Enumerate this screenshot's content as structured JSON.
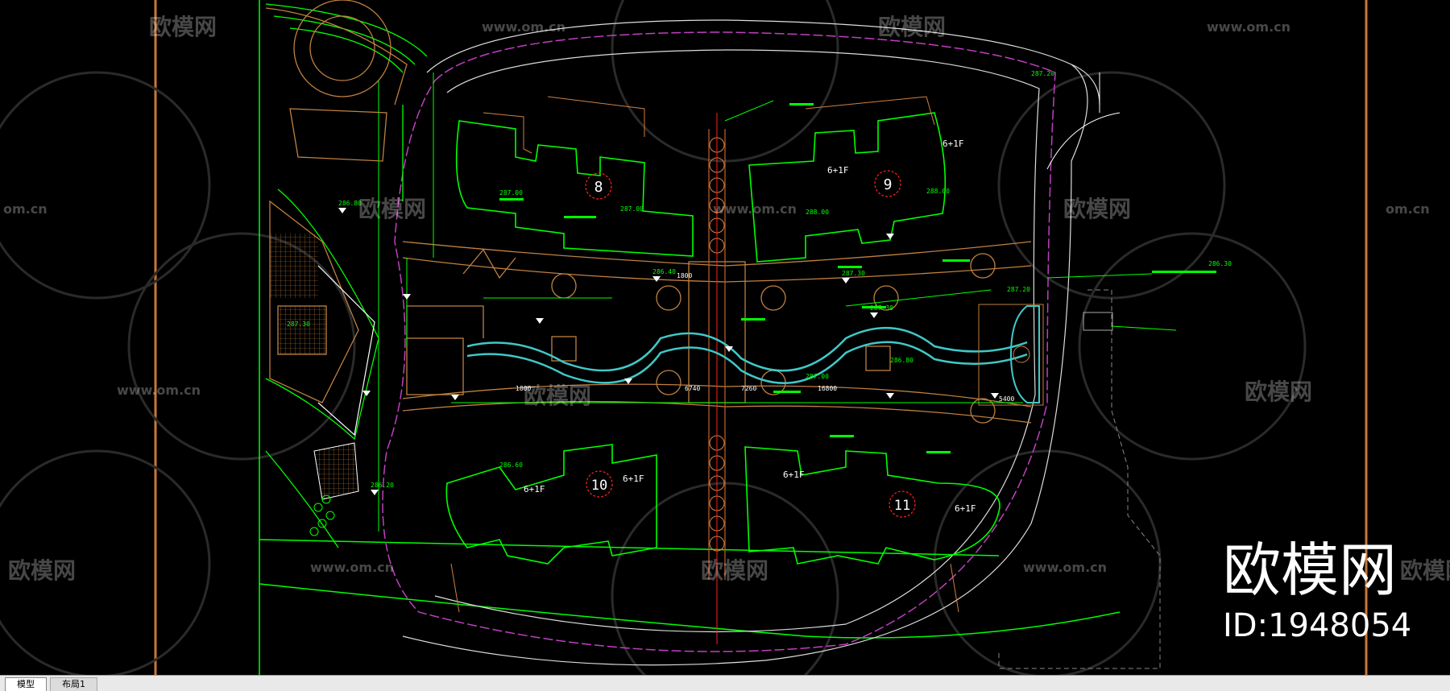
{
  "tabs": [
    {
      "label": "模型",
      "active": true
    },
    {
      "label": "布局1",
      "active": false
    }
  ],
  "watermark": {
    "brand": "欧模网",
    "id_text": "ID:1948054",
    "site": "www.om.cn",
    "domain_short": "om.cn"
  },
  "blocks": {
    "b8": "8",
    "b9": "9",
    "b10": "10",
    "b11": "11",
    "floors": "6+1F"
  },
  "elevations": {
    "e1": "286.80",
    "e2": "286.40",
    "e3": "287.30",
    "e4": "287.30",
    "e5": "287.00",
    "e6": "287.00",
    "e7": "288.00",
    "e8": "288.00",
    "e9": "286.60",
    "e10": "286.20",
    "e11": "287.20",
    "e12": "286.30",
    "e13": "287.00",
    "e14": "287.20",
    "e15": "286.80",
    "e16": "287.30"
  },
  "dims": {
    "d1": "1800",
    "d2": "16800",
    "d3": "7260",
    "d4": "6740",
    "d5": "5400",
    "d6": "1800"
  },
  "colors": {
    "green": "#00ff00",
    "orange": "#c08040",
    "cyan": "#40c8c8",
    "magenta": "#c040c0",
    "red": "#ff2020",
    "frame": "#c87838",
    "white": "#ffffff"
  }
}
